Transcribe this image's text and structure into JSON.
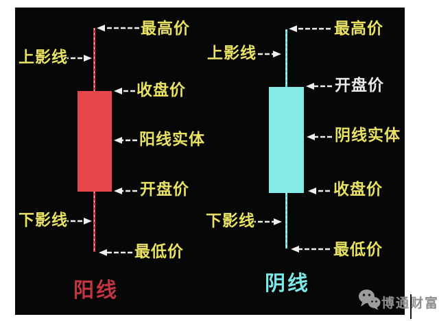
{
  "diagram": {
    "panel_bg": "#070707",
    "arrow_color": "#eeeeee",
    "label_color": "#e9e263",
    "left_candle": {
      "caption": "阳线",
      "caption_color": "#c23542",
      "body_color": "#e8444c",
      "wick_color": "#cf3840",
      "labels": {
        "high": "最高价",
        "upper_shadow": "上影线",
        "close": "收盘价",
        "body": "阳线实体",
        "open": "开盘价",
        "lower_shadow": "下影线",
        "low": "最低价"
      }
    },
    "right_candle": {
      "caption": "阴线",
      "caption_color": "#7de8e8",
      "body_color": "#85e9e7",
      "wick_color": "#74dedd",
      "open_label_color": "#ebebeb",
      "labels": {
        "high": "最高价",
        "upper_shadow": "上影线",
        "open": "开盘价",
        "body": "阴线实体",
        "close": "收盘价",
        "lower_shadow": "下影线",
        "low": "最低价"
      }
    },
    "watermark": {
      "text": "博通财富",
      "icon": "wechat-icon",
      "color": "#8f8f8f"
    }
  }
}
